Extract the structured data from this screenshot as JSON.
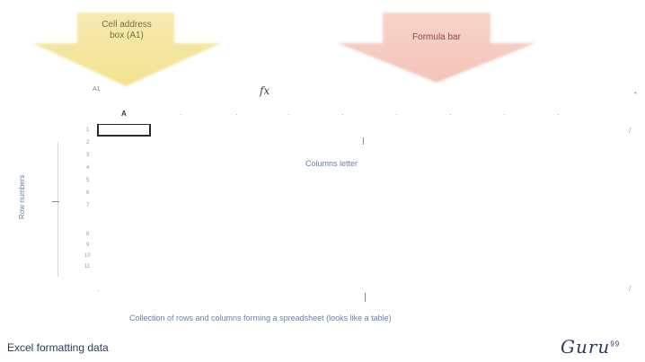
{
  "callouts": {
    "cell_address_box": {
      "line1": "Cell address",
      "line2": "box (A1)",
      "color": "#f4e7a0"
    },
    "formula_bar": {
      "label": "Formula bar",
      "color": "#f6c9c0"
    }
  },
  "sheet": {
    "name_box_value": "A1",
    "fx_label": "fx",
    "active_column_letter": "A",
    "row_numbers": [
      "1",
      "2",
      "3",
      "4",
      "5",
      "6",
      "7",
      "8",
      "9",
      "10",
      "11"
    ]
  },
  "annotations": {
    "columns": "Columns letter",
    "rows": "Row numbers",
    "caption": "Collection of rows and columns forming a spreadsheet (looks like a table)"
  },
  "footer": {
    "title": "Excel formatting data",
    "logo": "Guru",
    "logo_sup": "99"
  }
}
